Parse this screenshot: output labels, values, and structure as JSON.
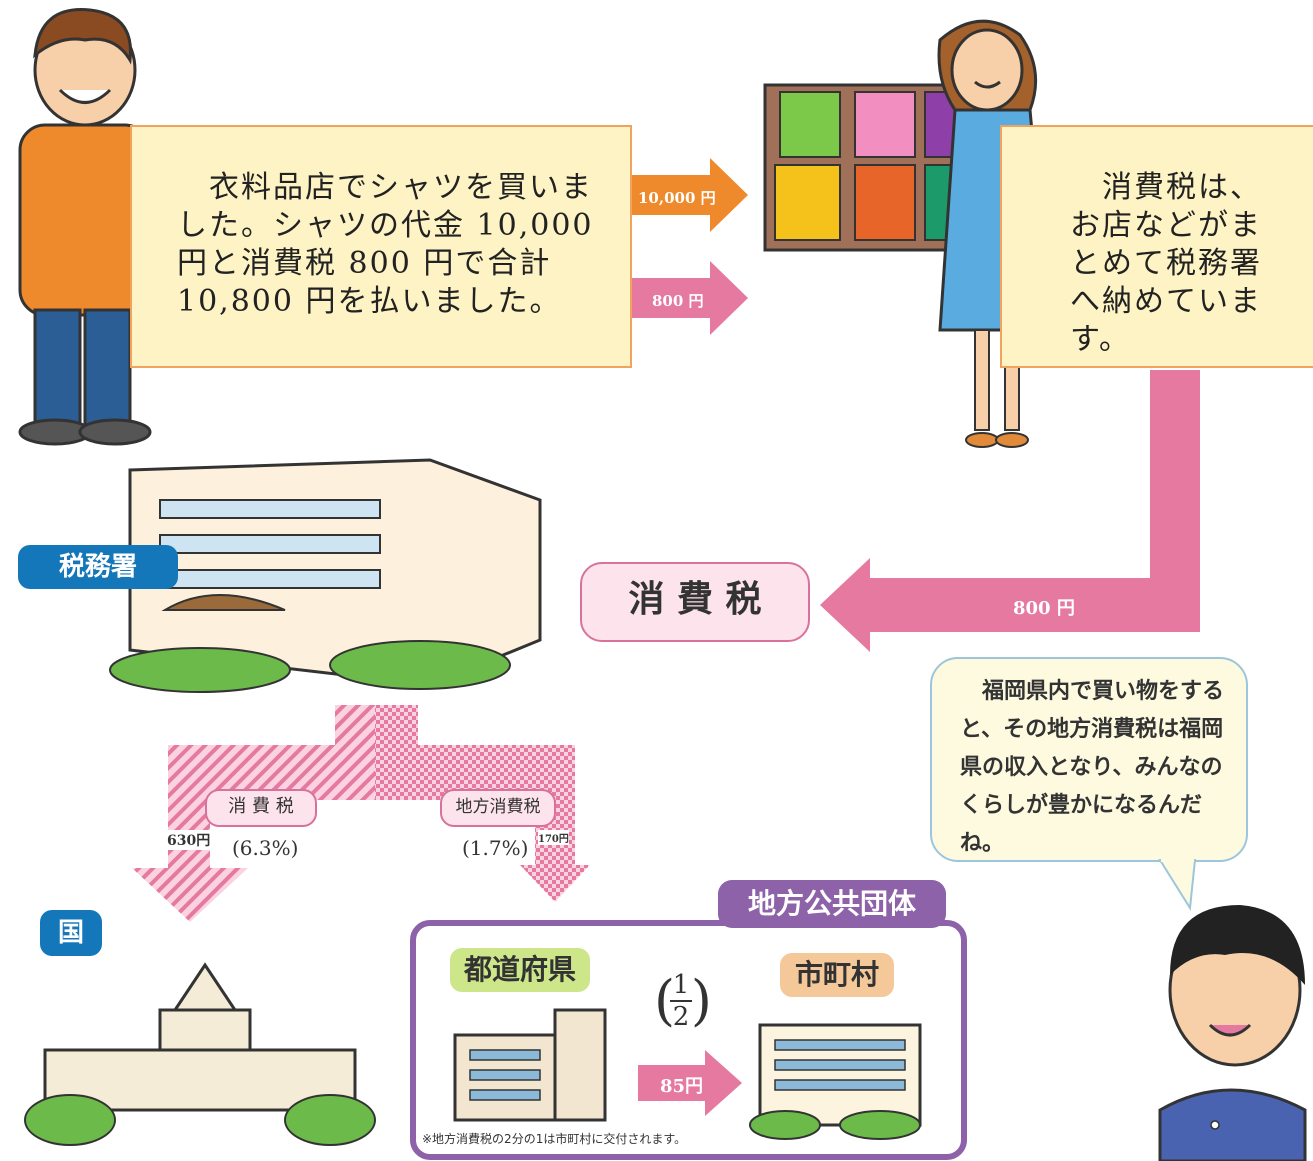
{
  "purchase": {
    "text": "　衣料品店でシャツを買いました。シャツの代金 10,000 円と消費税 800 円で合計 10,800 円を払いました。",
    "price_label": "10,000 円",
    "tax_label": "800 円"
  },
  "shop": {
    "text": "　消費税は、お店などがまとめて税務署へ納めています。"
  },
  "tax_office": {
    "label": "税務署",
    "tax_box": "消 費 税",
    "payment_label": "800 円"
  },
  "split": {
    "national": {
      "label": "消 費 税",
      "amount": "630円",
      "rate": "(6.3%)"
    },
    "local": {
      "label": "地方消費税",
      "amount": "170円",
      "rate": "(1.7%)"
    }
  },
  "country": {
    "label": "国"
  },
  "local_gov": {
    "title": "地方公共団体",
    "prefecture": "都道府県",
    "municipality": "市町村",
    "fraction_numerator": "1",
    "fraction_denominator": "2",
    "transfer_amount": "85円",
    "note": "※地方消費税の2分の1は市町村に交付されます。"
  },
  "speech": {
    "text": "　福岡県内で買い物をすると、その地方消費税は福岡県の収入となり、みんなのくらしが豊かになるんだね。"
  },
  "colors": {
    "orange_arrow": "#ef8a2c",
    "pink_arrow": "#e5799f",
    "box_fill": "#fdf3c4",
    "badge_blue": "#1477b9",
    "purple": "#8d62a8"
  }
}
